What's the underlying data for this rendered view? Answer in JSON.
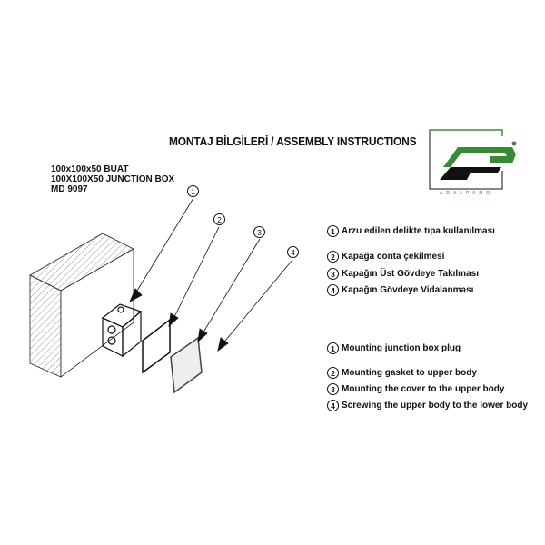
{
  "title": "MONTAJ BİLGİLERİ / ASSEMBLY INSTRUCTIONS",
  "product": {
    "line1": "100x100x50 BUAT",
    "line2": "100X100X50 JUNCTION BOX",
    "line3": "MD 9097"
  },
  "logo": {
    "name": "ADALPANO",
    "mark": "AP",
    "registered": "®",
    "colors": {
      "green": "#3a8a35",
      "black": "#111111"
    }
  },
  "callouts": [
    "1",
    "2",
    "3",
    "4"
  ],
  "steps_tr": [
    {
      "num": "1",
      "text": "Arzu edilen delikte tıpa kullanılması"
    },
    {
      "num": "2",
      "text": "Kapağa conta çekilmesi"
    },
    {
      "num": "3",
      "text": "Kapağın Üst Gövdeye Takılması"
    },
    {
      "num": "4",
      "text": "Kapağın Gövdeye Vidalanması"
    }
  ],
  "steps_en": [
    {
      "num": "1",
      "text": "Mounting junction box plug"
    },
    {
      "num": "2",
      "text": "Mounting gasket to upper body"
    },
    {
      "num": "3",
      "text": "Mounting the cover to the upper body"
    },
    {
      "num": "4",
      "text": "Screwing the upper body to the lower body"
    }
  ]
}
